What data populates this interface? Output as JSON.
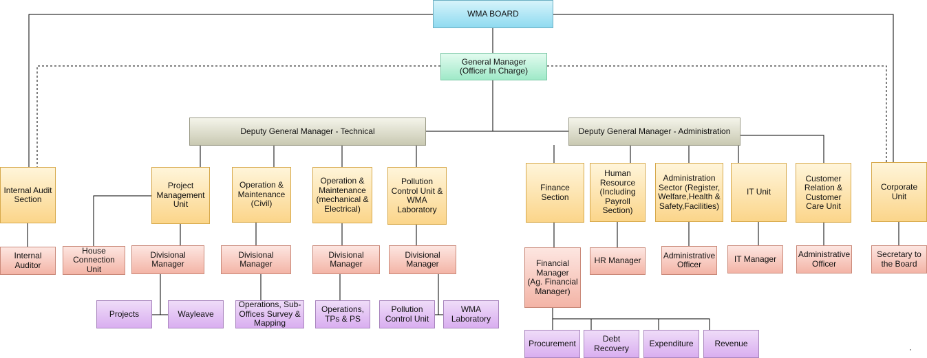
{
  "nodes": {
    "wma_board": "WMA BOARD",
    "general_manager": "General Manager\n(Officer In Charge)",
    "dgm_technical": "Deputy General Manager - Technical",
    "dgm_admin": "Deputy General Manager - Administration",
    "internal_audit_section": "Internal Audit\nSection",
    "internal_auditor": "Internal\nAuditor",
    "project_mgmt_unit": "Project\nManagement\nUnit",
    "house_connection_unit": "House\nConnection Unit",
    "pmu_divisional_manager": "Divisional\nManager",
    "projects": "Projects",
    "wayleave": "Wayleave",
    "om_civil": "Operation &\nMaintenance\n(Civil)",
    "civil_divisional_manager": "Divisional\nManager",
    "operations_sub_offices": "Operations, Sub-\nOffices Survey &\nMapping",
    "om_mech": "Operation &\nMaintenance\n(mechanical &\nElectrical)",
    "mech_divisional_manager": "Divisional\nManager",
    "operations_tps": "Operations,\nTPs & PS",
    "pollution_control_lab": "Pollution\nControl Unit &\nWMA\nLaboratory",
    "pcu_divisional_manager": "Divisional\nManager",
    "pollution_control_unit": "Pollution\nControl Unit",
    "wma_laboratory": "WMA\nLaboratory",
    "finance_section": "Finance\nSection",
    "financial_manager": "Financial\nManager\n(Ag. Financial\nManager)",
    "procurement": "Procurement",
    "debt_recovery": "Debt\nRecovery",
    "expenditure": "Expenditure",
    "revenue": "Revenue",
    "human_resource": "Human\nResource\n(Including\nPayroll\nSection)",
    "hr_manager": "HR Manager",
    "admin_sector": "Administration\nSector (Register,\nWelfare,Health &\nSafety,Facilities)",
    "admin_officer_1": "Administrative\nOfficer",
    "it_unit": "IT Unit",
    "it_manager": "IT Manager",
    "customer_relation": "Customer\nRelation &\nCustomer\nCare Unit",
    "admin_officer_2": "Administrative\nOfficer",
    "corporate_unit": "Corporate\nUnit",
    "secretary_board": "Secretary to\nthe Board"
  },
  "colors": {
    "board": "#8fdaf0",
    "general_manager": "#9fe9c8",
    "deputy": "#c9c9b2",
    "unit": "#fbd58a",
    "manager": "#f3b4a6",
    "sub_unit": "#d9aef0",
    "connector": "#000000"
  }
}
